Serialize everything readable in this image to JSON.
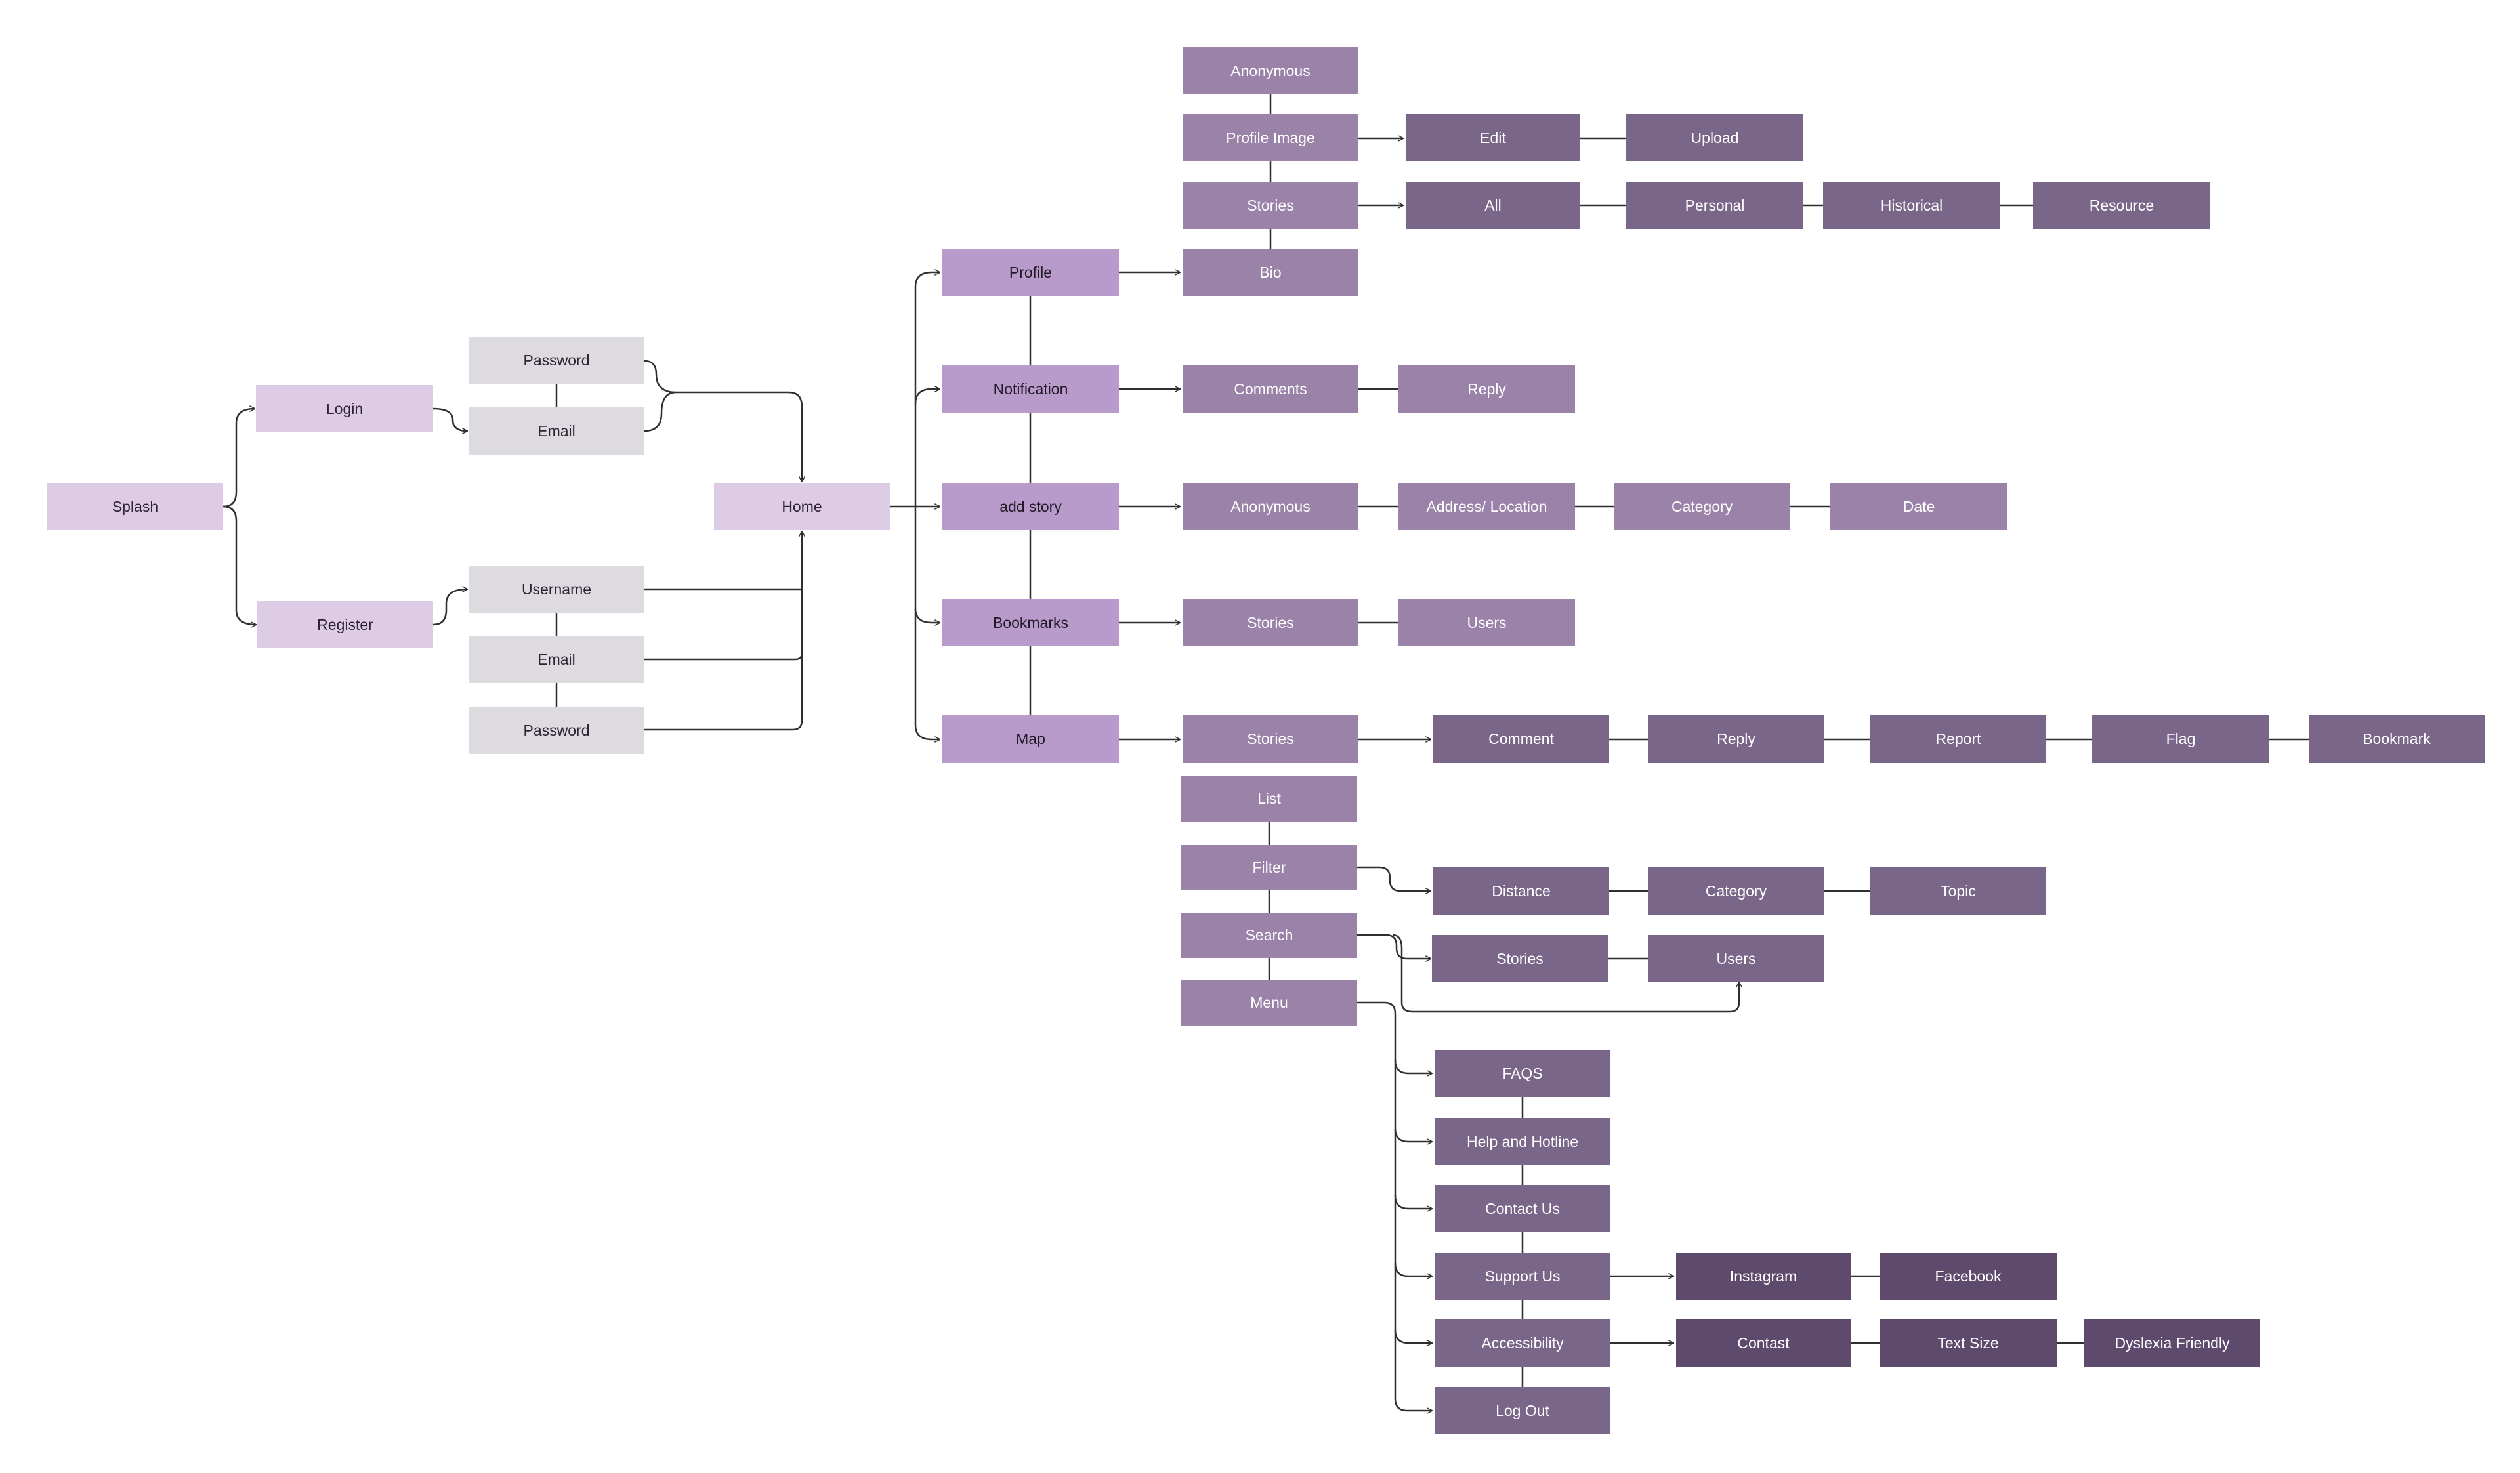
{
  "diagram": {
    "colors": {
      "entry": "#decce6",
      "input": "#dedbe0",
      "section": "#b89acb",
      "feature": "#9b82a9",
      "action": "#7a6688",
      "deep": "#5e4a6c",
      "connector": "#2f2f2f"
    },
    "nodes": {
      "splash": "Splash",
      "login": "Login",
      "register": "Register",
      "login_password": "Password",
      "login_email": "Email",
      "reg_username": "Username",
      "reg_email": "Email",
      "reg_password": "Password",
      "home": "Home",
      "profile": "Profile",
      "notification": "Notification",
      "add_story": "add story",
      "bookmarks": "Bookmarks",
      "map": "Map",
      "profile_anonymous": "Anonymous",
      "profile_image": "Profile Image",
      "profile_stories": "Stories",
      "profile_bio": "Bio",
      "profile_image_edit": "Edit",
      "profile_image_upload": "Upload",
      "stories_all": "All",
      "stories_personal": "Personal",
      "stories_historical": "Historical",
      "stories_resource": "Resource",
      "notif_comments": "Comments",
      "notif_reply": "Reply",
      "add_anonymous": "Anonymous",
      "add_address": "Address/ Location",
      "add_category": "Category",
      "add_date": "Date",
      "bm_stories": "Stories",
      "bm_users": "Users",
      "map_stories": "Stories",
      "map_comment": "Comment",
      "map_reply": "Reply",
      "map_report": "Report",
      "map_flag": "Flag",
      "map_bookmark": "Bookmark",
      "map_list": "List",
      "map_filter": "Filter",
      "map_search": "Search",
      "map_menu": "Menu",
      "filter_distance": "Distance",
      "filter_category": "Category",
      "filter_topic": "Topic",
      "search_stories": "Stories",
      "search_users": "Users",
      "menu_faqs": "FAQS",
      "menu_help": "Help and Hotline",
      "menu_contact": "Contact Us",
      "menu_support": "Support Us",
      "menu_accessibility": "Accessibility",
      "menu_logout": "Log Out",
      "support_instagram": "Instagram",
      "support_facebook": "Facebook",
      "access_contrast": "Contast",
      "access_text_size": "Text Size",
      "access_dyslexia": "Dyslexia Friendly"
    }
  }
}
